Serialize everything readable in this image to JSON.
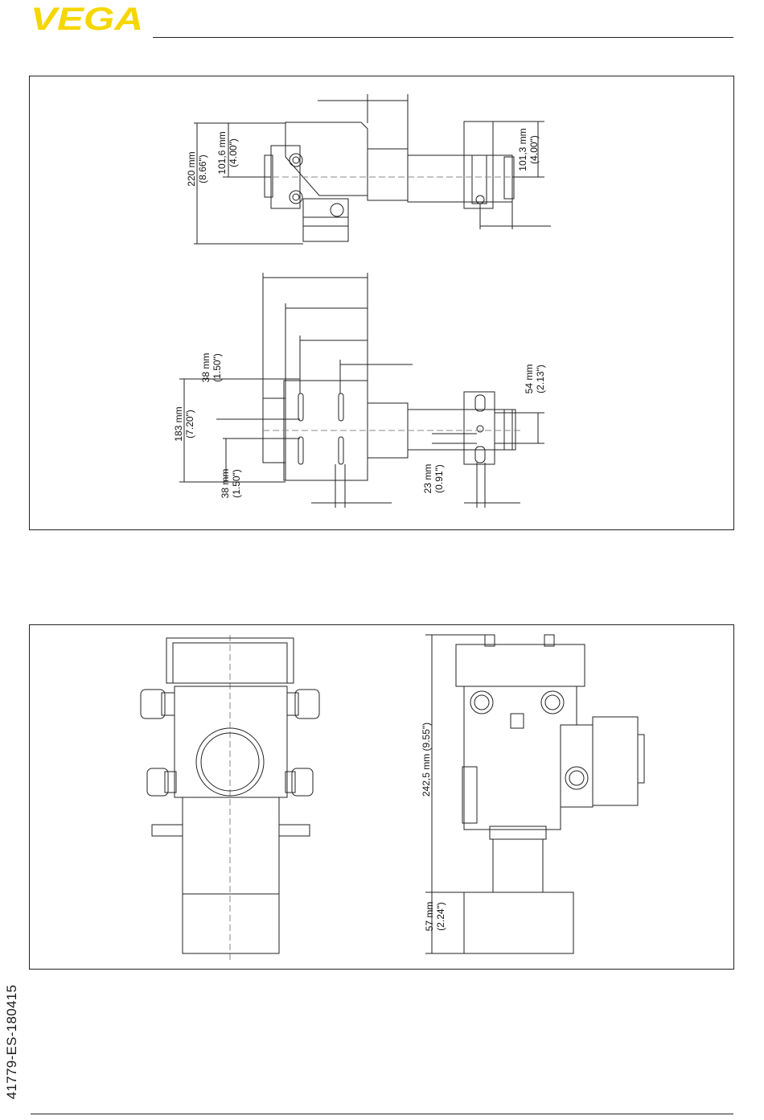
{
  "header": {
    "logo_text": "VEGA",
    "logo_color": "#f6d600"
  },
  "footer": {
    "doc_id": "41779-ES-180415"
  },
  "top_drawing": {
    "dims": {
      "d220": {
        "mm": "220 mm",
        "in": "(8.66\")"
      },
      "d101_6": {
        "mm": "101,6 mm",
        "in": "(4.00\")"
      },
      "d101_3": {
        "mm": "101,3 mm",
        "in": "(4.00\")"
      },
      "d183": {
        "mm": "183 mm",
        "in": "(7.20\")"
      },
      "d38a": {
        "mm": "38 mm",
        "in": "(1.50\")"
      },
      "d38b": {
        "mm": "38 mm",
        "in": "(1.50\")"
      },
      "d54": {
        "mm": "54 mm",
        "in": "(2.13\")"
      },
      "d23": {
        "mm": "23 mm",
        "in": "(0.91\")"
      }
    }
  },
  "bottom_drawing": {
    "dims": {
      "d242": {
        "text": "242,5 mm (9.55\")"
      },
      "d57": {
        "mm": "57 mm",
        "in": "(2.24\")"
      }
    }
  }
}
